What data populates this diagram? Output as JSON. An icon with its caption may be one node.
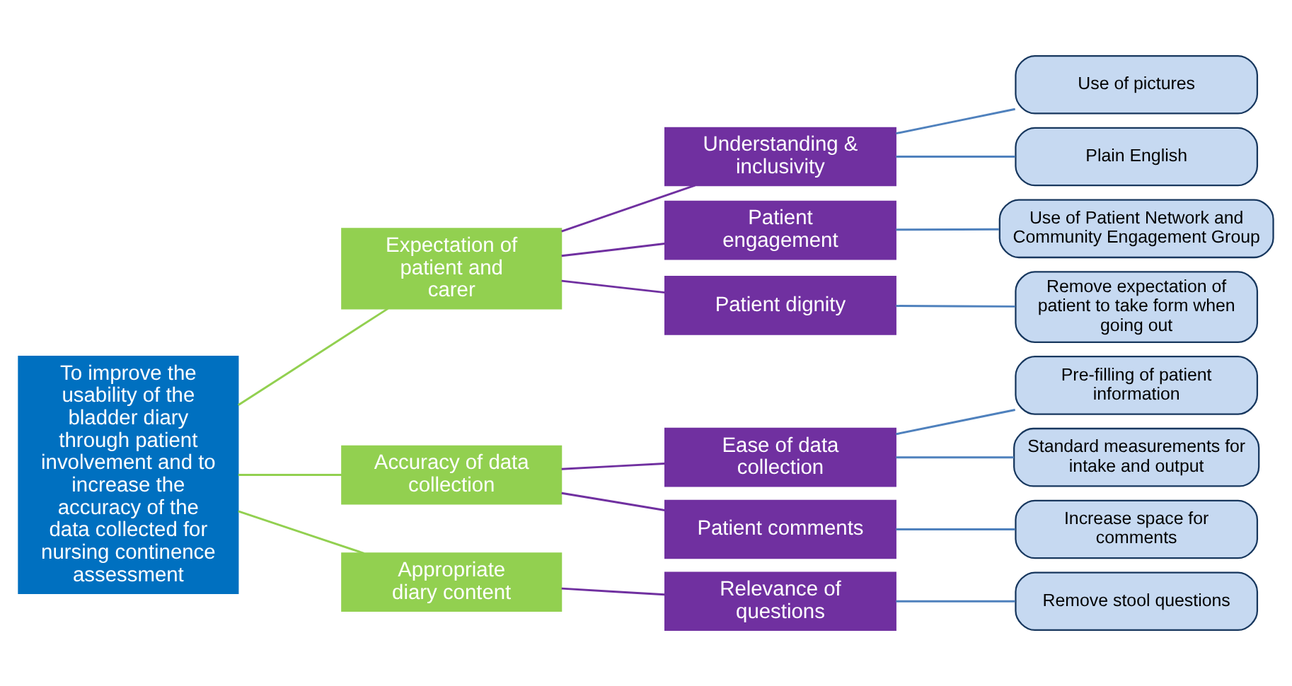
{
  "diagram": {
    "nodes": [
      {
        "text": [
          "To improve the usability of the bladder diary through patient involvement and to increase the accuracy of the data collected for nursing continence assessment"
        ]
      },
      {
        "text": [
          "Expectation of patient and carer"
        ]
      },
      {
        "text": [
          "Accuracy of data collection"
        ]
      },
      {
        "text": [
          "Appropriate diary content"
        ]
      },
      {
        "text": [
          "Understanding & inclusivity"
        ]
      },
      {
        "text": [
          "Patient engagement"
        ]
      },
      {
        "text": [
          "Patient dignity"
        ]
      },
      {
        "text": [
          "Ease of data collection"
        ]
      },
      {
        "text": [
          "Patient comments"
        ]
      },
      {
        "text": [
          "Relevance of questions"
        ]
      },
      {
        "text": [
          "Use of pictures"
        ]
      },
      {
        "text": [
          "Plain English"
        ]
      },
      {
        "text": [
          "Use of Patient Network and Community Engagement Group"
        ]
      },
      {
        "text": [
          "Remove expectation of patient to take form when going out"
        ]
      },
      {
        "text": [
          "Pre-filling of patient information"
        ]
      },
      {
        "text": [
          "Standard measurements for intake and output"
        ]
      },
      {
        "text": [
          "Increase space for comments"
        ]
      },
      {
        "text": [
          "Remove stool questions"
        ]
      }
    ],
    "edges": [
      {
        "from": 0,
        "to": 1,
        "arrow": "none",
        "color": "#92d050"
      },
      {
        "from": 0,
        "to": 2,
        "arrow": "none",
        "color": "#92d050"
      },
      {
        "from": 0,
        "to": 3,
        "arrow": "none",
        "color": "#92d050"
      },
      {
        "from": 1,
        "to": 4,
        "arrow": "none",
        "color": "#7030a0"
      },
      {
        "from": 1,
        "to": 5,
        "arrow": "none",
        "color": "#7030a0"
      },
      {
        "from": 1,
        "to": 6,
        "arrow": "none",
        "color": "#7030a0"
      },
      {
        "from": 2,
        "to": 7,
        "arrow": "none",
        "color": "#7030a0"
      },
      {
        "from": 2,
        "to": 8,
        "arrow": "none",
        "color": "#7030a0"
      },
      {
        "from": 3,
        "to": 9,
        "arrow": "none",
        "color": "#7030a0"
      },
      {
        "from": 4,
        "to": 10,
        "arrow": "none"
      },
      {
        "from": 4,
        "to": 11,
        "arrow": "none"
      },
      {
        "from": 5,
        "to": 12,
        "arrow": "none"
      },
      {
        "from": 6,
        "to": 13,
        "arrow": "none"
      },
      {
        "from": 7,
        "to": 14,
        "arrow": "none"
      },
      {
        "from": 7,
        "to": 15,
        "arrow": "none"
      },
      {
        "from": 8,
        "to": 16,
        "arrow": "none"
      },
      {
        "from": 9,
        "to": 17,
        "arrow": "none"
      }
    ]
  }
}
